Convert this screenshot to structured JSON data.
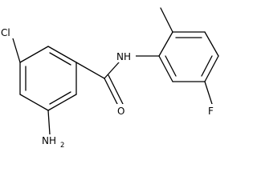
{
  "molecule": {
    "atom_labels": {
      "cl": "Cl",
      "nh": "NH",
      "o": "O",
      "f": "F",
      "nh2_n": "NH",
      "nh2_sub": "2"
    }
  }
}
